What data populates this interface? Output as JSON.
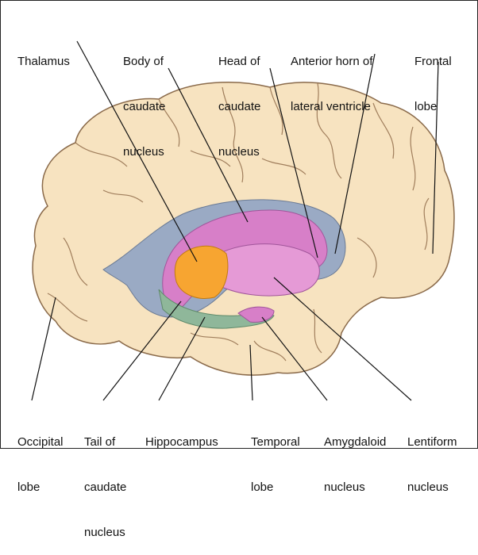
{
  "labels": {
    "thalamus": [
      "Thalamus"
    ],
    "body_caudate": [
      "Body of",
      "caudate",
      "nucleus"
    ],
    "head_caudate": [
      "Head of",
      "caudate",
      "nucleus"
    ],
    "anterior_horn": [
      "Anterior horn of",
      "lateral ventricle"
    ],
    "frontal_lobe": [
      "Frontal",
      "lobe"
    ],
    "occipital_lobe": [
      "Occipital",
      "lobe"
    ],
    "tail_caudate": [
      "Tail of",
      "caudate",
      "nucleus"
    ],
    "hippocampus": [
      "Hippocampus"
    ],
    "temporal_lobe": [
      "Temporal",
      "lobe"
    ],
    "amygdaloid": [
      "Amygdaloid",
      "nucleus"
    ],
    "lentiform": [
      "Lentiform",
      "nucleus"
    ]
  },
  "colors": {
    "brain": "#f7e3c0",
    "brain_outline": "#8a6a4a",
    "ventricle": "#9aaac4",
    "caudate": "#d77fc8",
    "lentiform": "#e59ad6",
    "thalamus": "#f7a531",
    "hippocampus": "#8fb79a",
    "leader": "#111111"
  }
}
